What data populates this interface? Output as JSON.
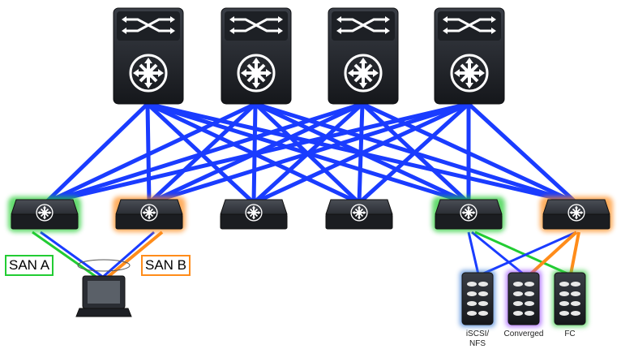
{
  "san_a_label": "SAN A",
  "san_b_label": "SAN B",
  "storage": [
    {
      "label": "iSCSI/\nNFS",
      "accent": "#3a7bd5"
    },
    {
      "label": "Converged",
      "accent": "#9b4dff"
    },
    {
      "label": "FC",
      "accent": "#3ecf4a"
    }
  ],
  "colors": {
    "ethernet_link": "#1a3cff",
    "san_a": "#22cc33",
    "san_b": "#ff8c1a",
    "device_dark": "#2a2d33"
  },
  "icons": {
    "spine_switch": "spine-switch-icon",
    "leaf_switch": "leaf-switch-icon",
    "server": "server-icon",
    "storage_array": "storage-array-icon"
  }
}
